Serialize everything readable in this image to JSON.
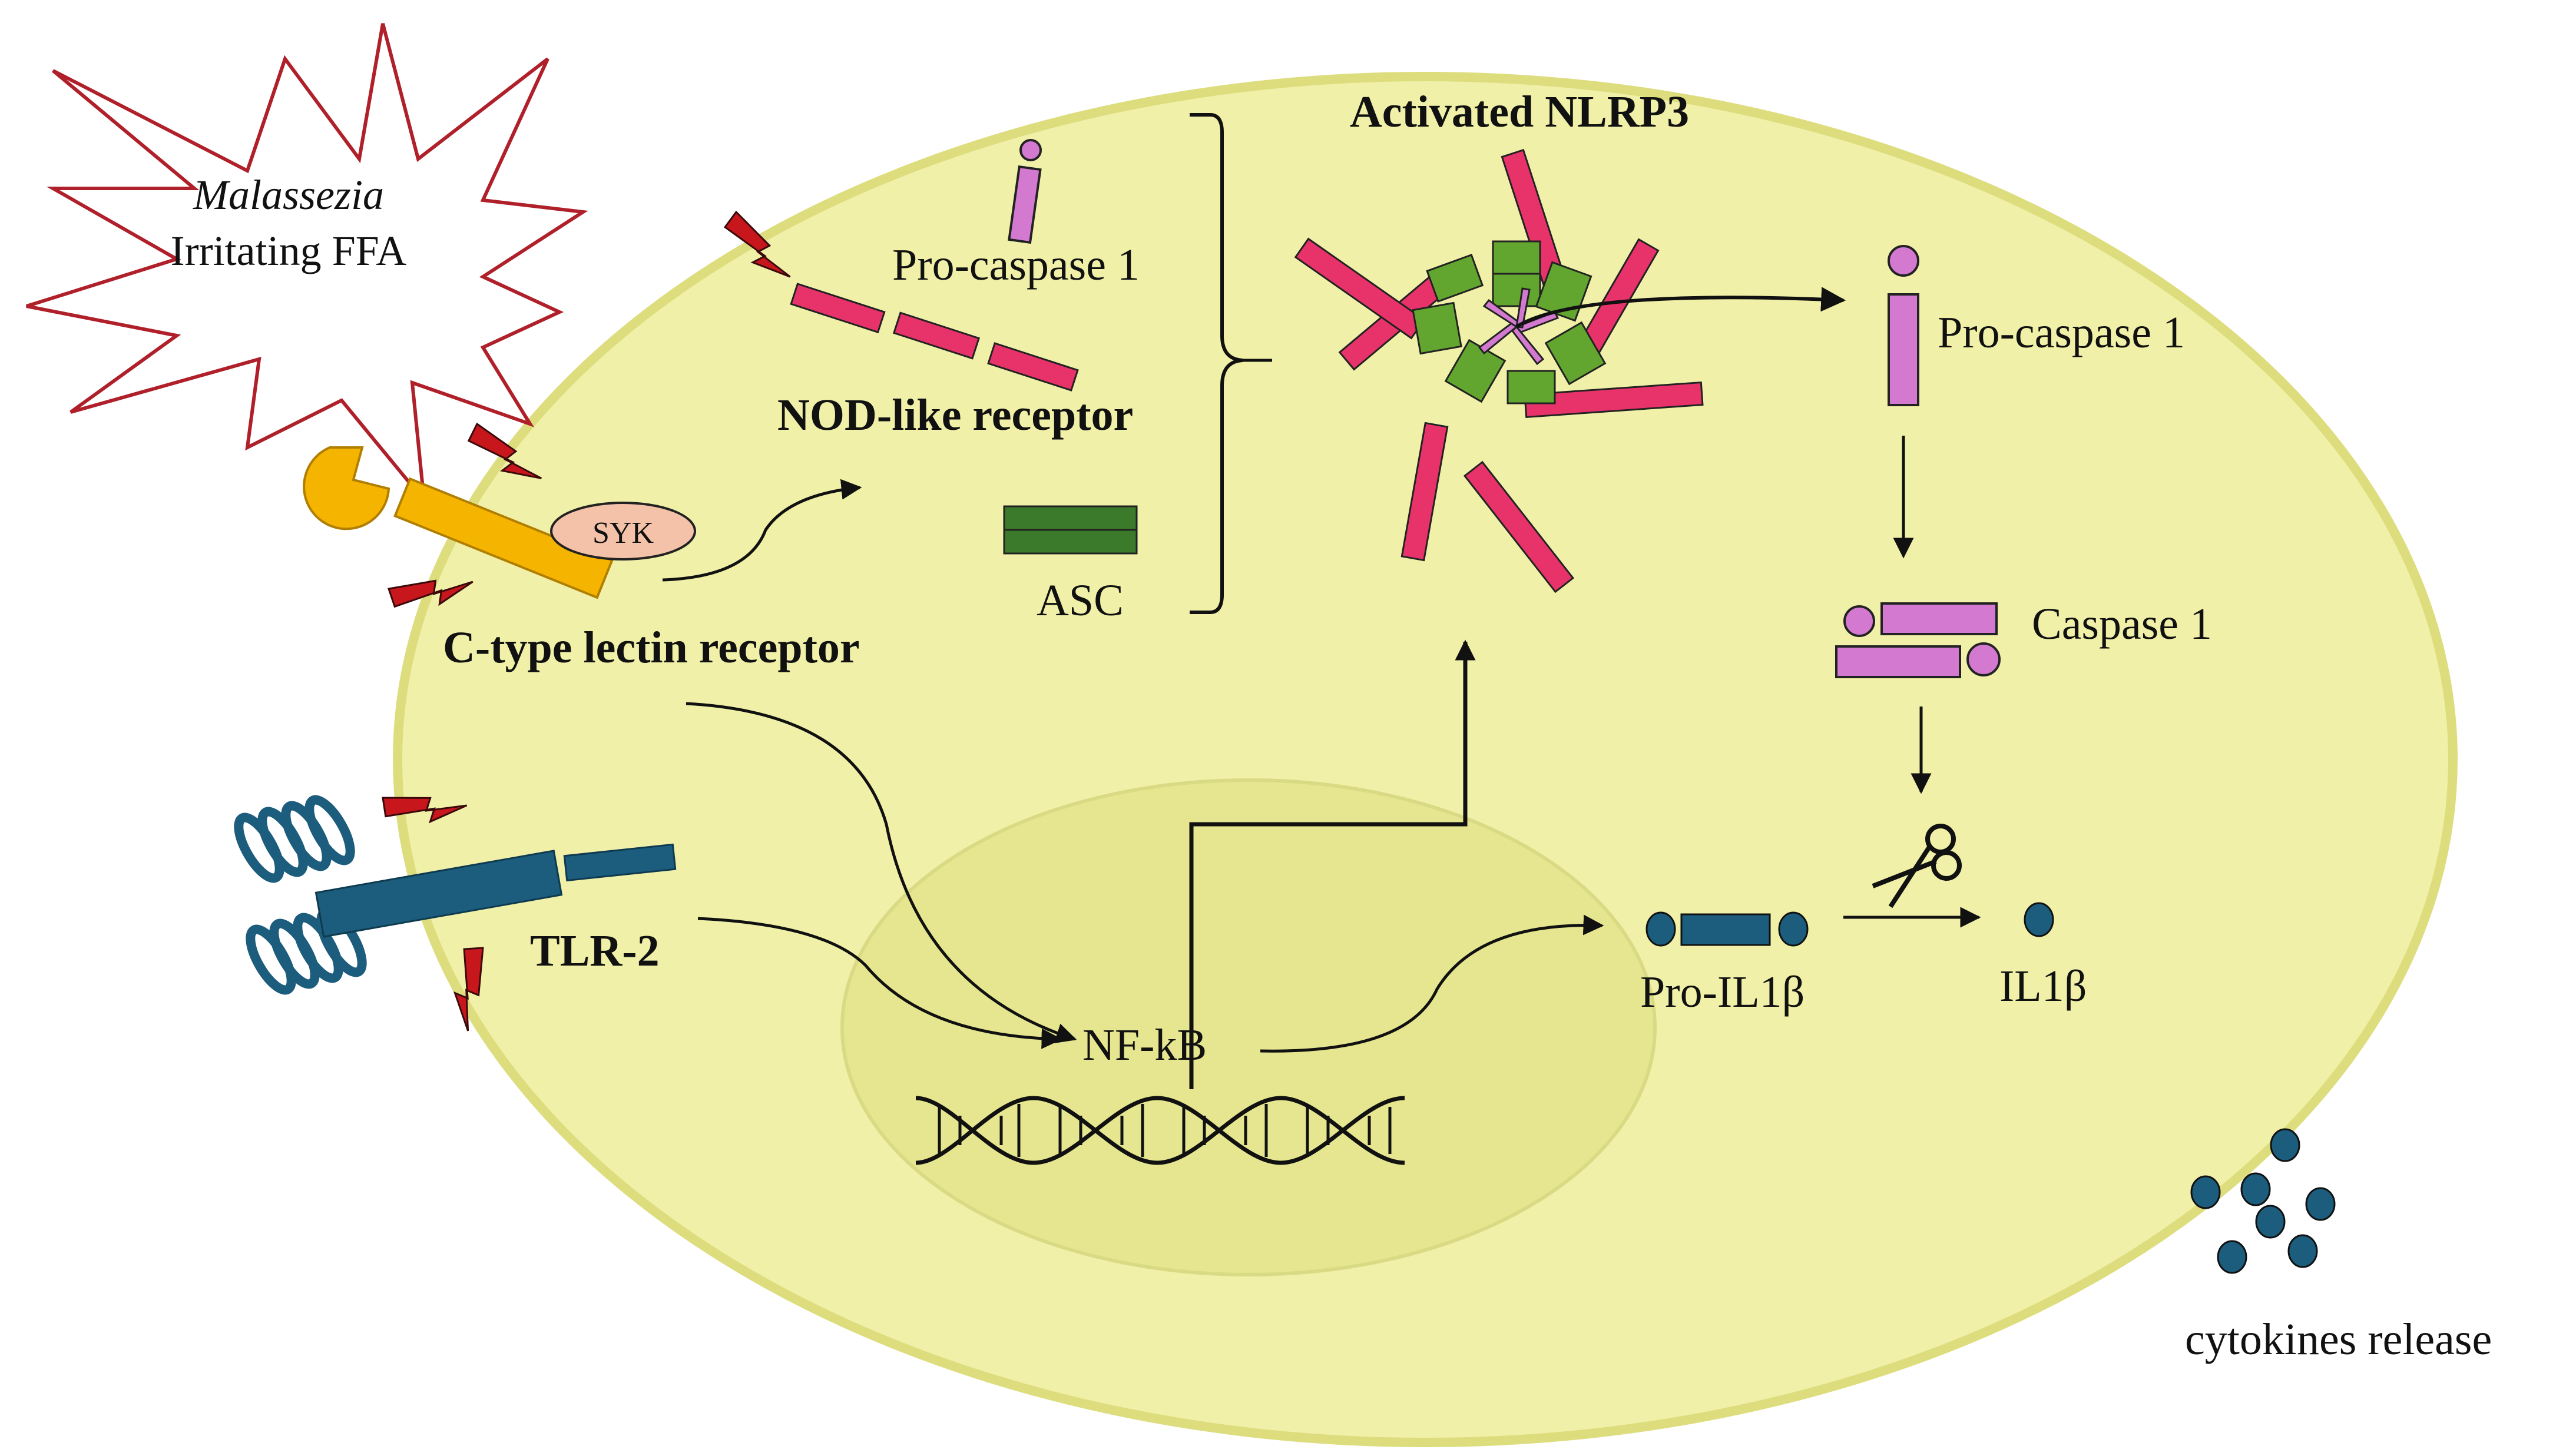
{
  "stimulus": {
    "line1": "Malassezia",
    "line2": "Irritating FFA"
  },
  "labels": {
    "procaspase_top": "Pro-caspase 1",
    "nod_like": "NOD-like receptor",
    "asc": "ASC",
    "activated": "Activated NLRP3",
    "procaspase_right": "Pro-caspase 1",
    "caspase": "Caspase 1",
    "syk": "SYK",
    "ctype": "C-type lectin receptor",
    "tlr2": "TLR-2",
    "nfkb": "NF-kB",
    "pro_il": "Pro-IL1β",
    "il": "IL1β",
    "cytokines": "cytokines release"
  },
  "colors": {
    "cell_fill": "#f0f0a8",
    "cell_stroke": "#dddd7e",
    "nucleus_fill": "#e6e690",
    "receptor_red": "#e8336a",
    "asc_green": "#3a7a2a",
    "nlrp3_green": "#62a630",
    "caspase_purple": "#d37ad0",
    "lectin_orange": "#f5b400",
    "syk_pink": "#f4c2a8",
    "tlr_blue": "#1c5c7c",
    "dark_red": "#b0202a",
    "bolt_red": "#c8161d"
  }
}
